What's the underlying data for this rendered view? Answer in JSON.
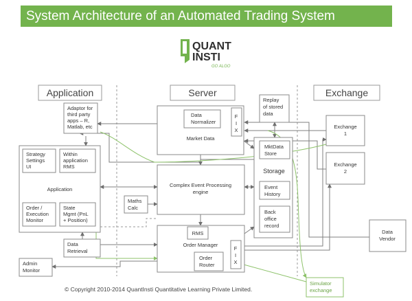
{
  "title": "System Architecture of an Automated Trading System",
  "logo": {
    "line1": "QUANT",
    "line2": "INSTI",
    "tagline": "GO ALGO",
    "colors": {
      "accent": "#73b34d",
      "dark": "#2f2f2f"
    }
  },
  "columns": {
    "application": "Application",
    "server": "Server",
    "exchange": "Exchange"
  },
  "boxes": {
    "adaptor": [
      "Adaptor for",
      "third party",
      "apps – R,",
      "Matlab, etc"
    ],
    "replay": [
      "Replay",
      "of stored",
      "data"
    ],
    "data_normalizer": [
      "Data",
      "Normalizer"
    ],
    "market_data": "Market Data",
    "fix": "F I X",
    "exchange1": [
      "Exchange",
      "1"
    ],
    "exchange2": [
      "Exchange",
      "2"
    ],
    "mktdata_store": [
      "MktData",
      "Store"
    ],
    "storage": "Storage",
    "event_history": [
      "Event",
      "History"
    ],
    "back_office": [
      "Back",
      "office",
      "record"
    ],
    "strategy_settings": [
      "Strategy",
      "Settings",
      "UI"
    ],
    "within_rms": [
      "Within",
      "application",
      "RMS"
    ],
    "application": "Application",
    "order_exec": [
      "Order /",
      "Execution",
      "Monitor"
    ],
    "state_mgmt": [
      "State",
      "Mgmt (PnL",
      "+ Position)"
    ],
    "cep": [
      "Complex Event Processing",
      "engine"
    ],
    "maths_calc": [
      "Maths",
      "Calc"
    ],
    "data_retrieval": [
      "Data",
      "Retrieval"
    ],
    "rms": "RMS",
    "order_manager": "Order Manager",
    "order_router": [
      "Order",
      "Router"
    ],
    "admin_monitor": [
      "Admin",
      "Monitor"
    ],
    "data_vendor": [
      "Data",
      "Vendor"
    ],
    "simulator": [
      "Simulator",
      "exchange"
    ]
  },
  "copyright": "© Copyright 2010-2014 QuantInsti Quantitative Learning Private  Limited.",
  "colors": {
    "banner": "#73b34d",
    "line": "#7f7f7f",
    "simulator_line": "#8dc26a"
  }
}
